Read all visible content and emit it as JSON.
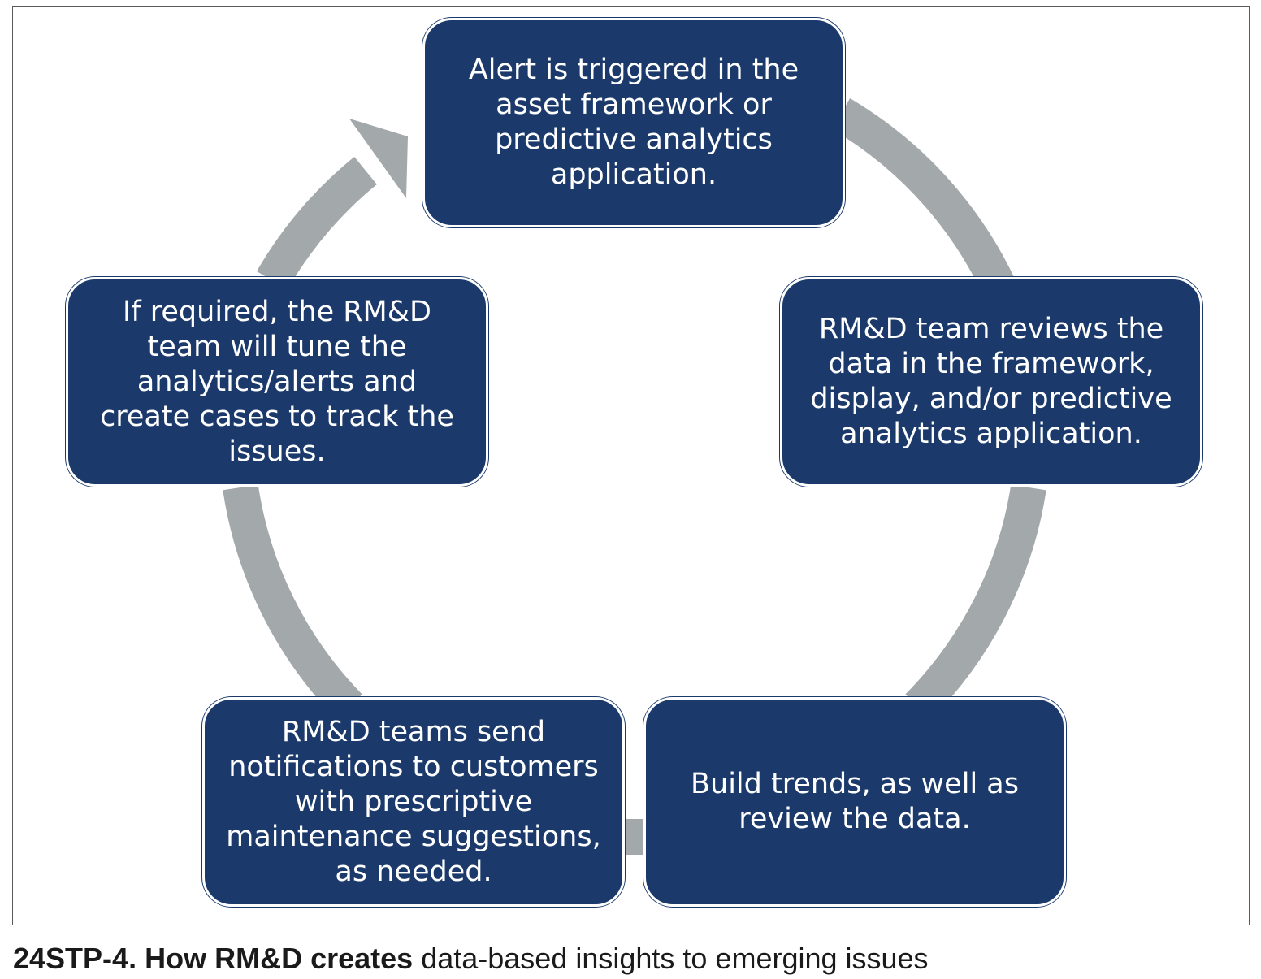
{
  "diagram": {
    "type": "cycle",
    "colors": {
      "box_fill": "#1b3a6b",
      "box_text": "#ffffff",
      "arrow_ring": "#a3a8ab"
    },
    "steps": [
      {
        "text": "Alert is triggered in the asset framework or predictive analytics application."
      },
      {
        "text": "RM&D team reviews the data in the framework, display, and/or predictive analytics application."
      },
      {
        "text": "Build trends, as well as review the data."
      },
      {
        "text": "RM&D teams send notifications to customers with prescriptive maintenance suggestions, as needed."
      },
      {
        "text": "If required, the RM&D team will tune the analytics/alerts and create cases to track the issues."
      }
    ]
  },
  "caption": {
    "figure_id": "24STP-4.",
    "lead": "How RM&D creates",
    "rest": "data-based insights to emerging issues"
  }
}
